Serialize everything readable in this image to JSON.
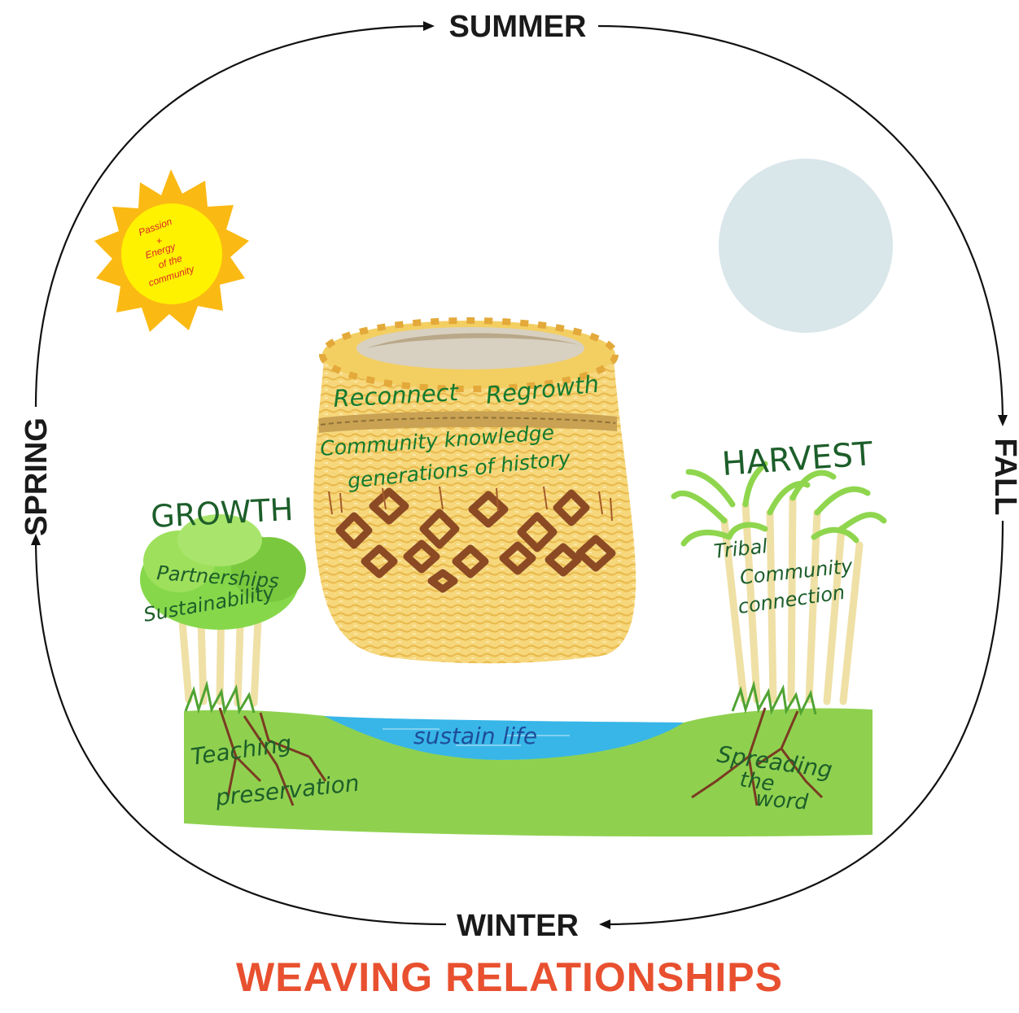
{
  "seasons": {
    "top": "SUMMER",
    "right": "FALL",
    "bottom": "WINTER",
    "left": "SPRING"
  },
  "sun": {
    "line1": "Passion",
    "line2": "+",
    "line3": "Energy",
    "line4": "of the",
    "line5": "community"
  },
  "basket": {
    "top_left": "Reconnect",
    "top_right": "Regrowth",
    "middle_1": "Community knowledge",
    "middle_2": "generations of history"
  },
  "growth": {
    "title": "GROWTH",
    "line1": "Partnerships",
    "line2": "Sustainability"
  },
  "harvest": {
    "title": "HARVEST",
    "line1": "Tribal",
    "line2": "Community",
    "line3": "connection"
  },
  "land": {
    "water": "sustain life",
    "left_1": "Teaching",
    "left_2": "preservation",
    "right_1": "Spreading",
    "right_2": "the",
    "right_3": "word"
  },
  "title": "WEAVING RELATIONSHIPS",
  "colors": {
    "title": "#e8502f",
    "sun": "#fbb914",
    "sun_center": "#fff200",
    "moon": "#d9e6ea",
    "basket": "#f6d77c",
    "basket_pattern": "#8b4a24",
    "grass": "#8fd14f",
    "water": "#38b6e8",
    "handwriting": "#137a2f"
  }
}
